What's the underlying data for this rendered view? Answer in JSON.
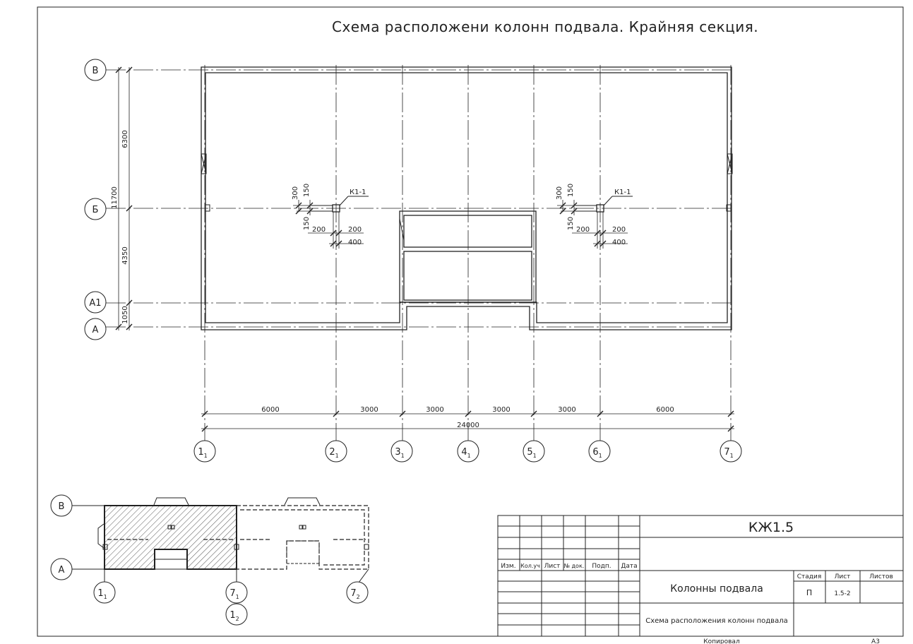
{
  "title": "Схема расположени колонн подвала. Крайняя секция.",
  "axes_vertical": [
    {
      "id": "v1",
      "label": "1",
      "sub": "1"
    },
    {
      "id": "v2",
      "label": "2",
      "sub": "1"
    },
    {
      "id": "v3",
      "label": "3",
      "sub": "1"
    },
    {
      "id": "v4",
      "label": "4",
      "sub": "1"
    },
    {
      "id": "v5",
      "label": "5",
      "sub": "1"
    },
    {
      "id": "v6",
      "label": "6",
      "sub": "1"
    },
    {
      "id": "v7",
      "label": "7",
      "sub": "1"
    }
  ],
  "axes_horizontal": [
    "В",
    "Б",
    "А1",
    "А"
  ],
  "dims_bottom": [
    "6000",
    "3000",
    "3000",
    "3000",
    "3000",
    "6000"
  ],
  "dim_total": "24000",
  "dims_left": [
    "6300",
    "4350",
    "1050"
  ],
  "dim_left_total": "11700",
  "column_label": "К1-1",
  "column_dims": {
    "d300": "300",
    "d150": "150",
    "d200": "200",
    "d400": "400"
  },
  "keyplan": {
    "axes_left": [
      "В",
      "А"
    ],
    "axes_bottom": [
      {
        "label": "1",
        "sub": "1"
      },
      {
        "label": "7",
        "sub": "1"
      },
      {
        "label": "1",
        "sub": "2"
      },
      {
        "label": "7",
        "sub": "2"
      }
    ]
  },
  "titleblock": {
    "code": "КЖ1.5",
    "headers": [
      "Изм.",
      "Кол.уч",
      "Лист",
      "№ док.",
      "Подп.",
      "Дата"
    ],
    "stage_header": "Стадия",
    "sheet_header": "Лист",
    "sheets_header": "Листов",
    "stage": "П",
    "sheet": "1.5-2",
    "name": "Колонны подвала",
    "drawing_name": "Схема расположения колонн подвала",
    "copied": "Копировал",
    "format": "А3"
  }
}
